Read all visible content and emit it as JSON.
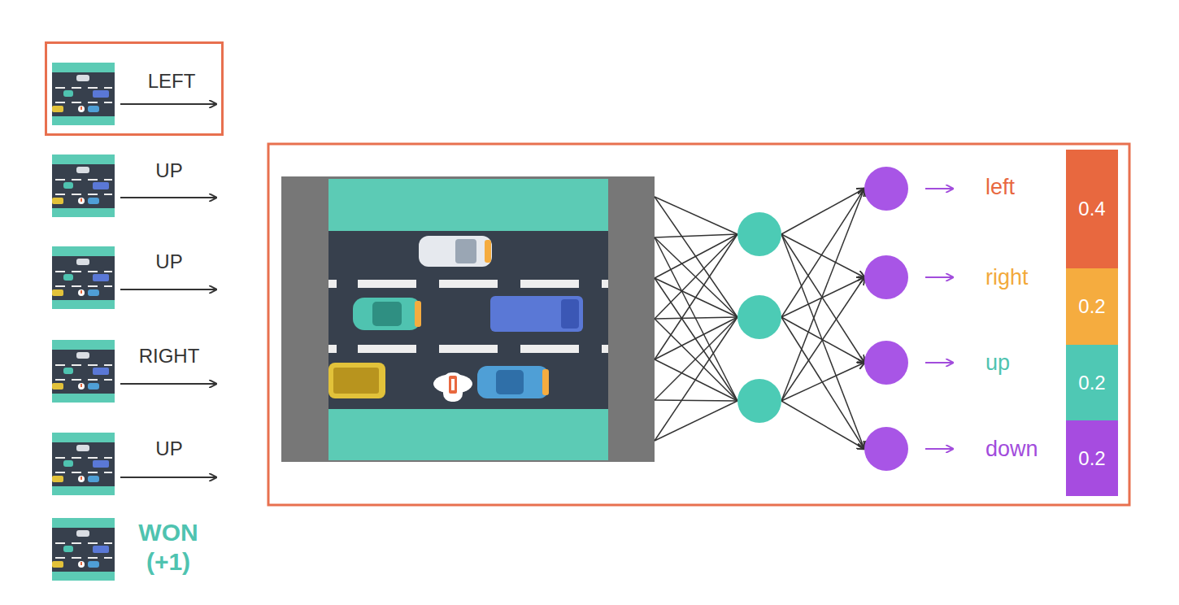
{
  "diagram": {
    "nodes": [
      {
        "text": [
          "LEFT"
        ]
      },
      {
        "text": [
          "0.4"
        ]
      },
      {
        "text": [
          "0.2"
        ]
      },
      {
        "text": [
          "0.2"
        ]
      },
      {
        "text": [
          "0.2"
        ]
      }
    ],
    "labels": [
      "UP",
      "UP",
      "RIGHT",
      "UP",
      "WON (+1)",
      "left",
      "right",
      "up",
      "down"
    ]
  }
}
